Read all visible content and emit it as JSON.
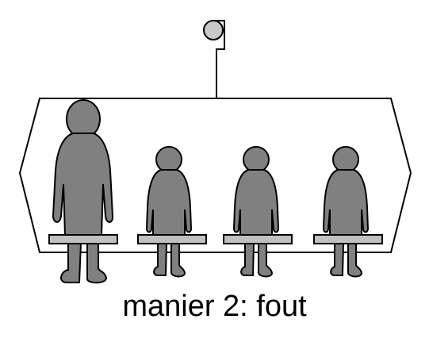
{
  "caption": "manier 2: fout",
  "colors": {
    "figure_fill": "#808080",
    "bench_fill": "#c0c0c0",
    "pulley_fill": "#c8c8c8",
    "outline": "#000000",
    "background": "#ffffff"
  },
  "diagram": {
    "elements": [
      "cable-hook",
      "pulley",
      "gondola-cabin",
      "benches",
      "adult-passenger",
      "child-passengers"
    ],
    "passengers": [
      {
        "type": "adult"
      },
      {
        "type": "child"
      },
      {
        "type": "child"
      },
      {
        "type": "child"
      }
    ]
  }
}
